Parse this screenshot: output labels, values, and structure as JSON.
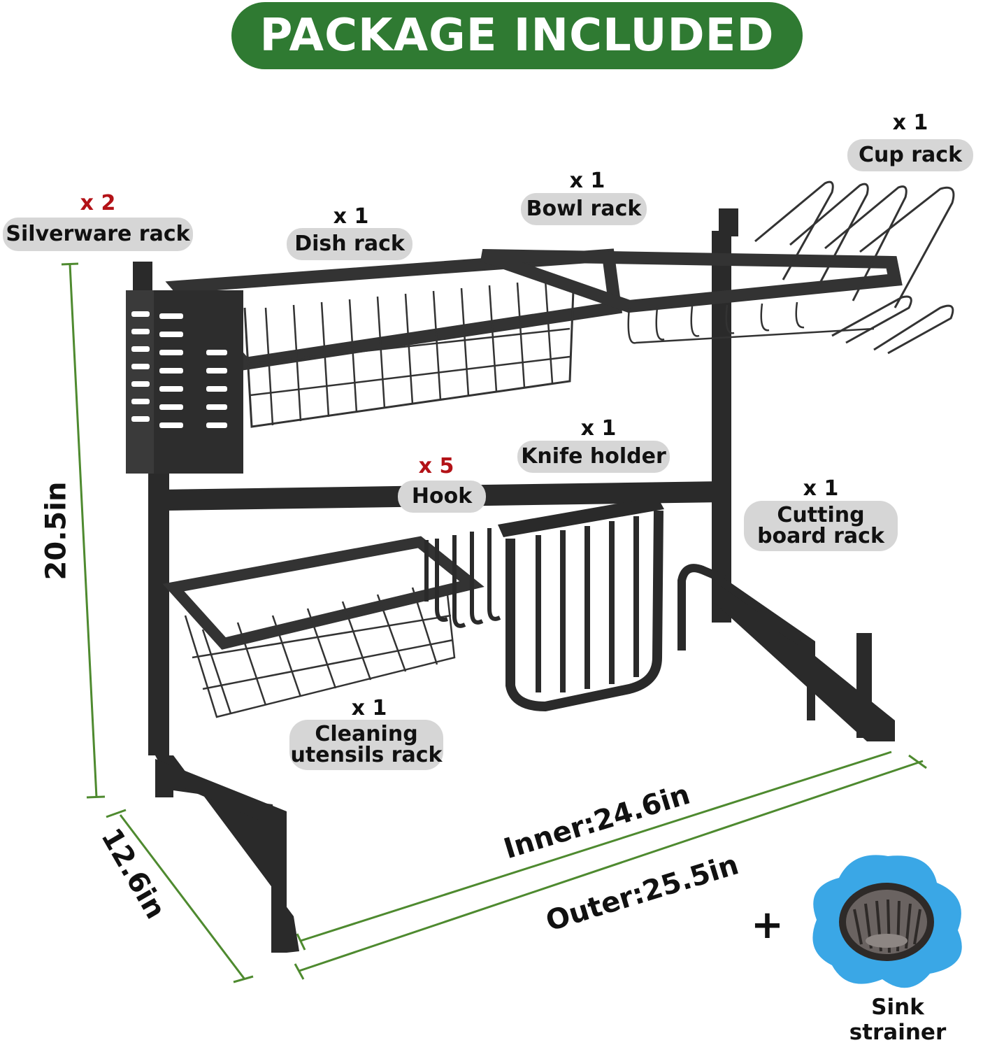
{
  "banner": {
    "title": "PACKAGE INCLUDED",
    "color": "#2f7a32"
  },
  "items": {
    "silverware_rack": {
      "qty": "x 2",
      "label": "Silverware rack"
    },
    "dish_rack": {
      "qty": "x 1",
      "label": "Dish rack"
    },
    "bowl_rack": {
      "qty": "x 1",
      "label": "Bowl rack"
    },
    "cup_rack": {
      "qty": "x 1",
      "label": "Cup rack"
    },
    "knife_holder": {
      "qty": "x 1",
      "label": "Knife holder"
    },
    "hook": {
      "qty": "x 5",
      "label": "Hook"
    },
    "cutting_board_rack": {
      "qty": "x 1",
      "label_line1": "Cutting",
      "label_line2": "board rack"
    },
    "cleaning_utensils_rack": {
      "qty": "x 1",
      "label_line1": "Cleaning",
      "label_line2": "utensils rack"
    }
  },
  "dimensions": {
    "height": "20.5in",
    "depth": "12.6in",
    "inner": "Inner:24.6in",
    "outer": "Outer:25.5in",
    "line_color": "#4e8a2f"
  },
  "extra": {
    "plus": "+",
    "label": "Sink strainer",
    "strainer_color": "#3aa7e6"
  },
  "colors": {
    "accent_red": "#b31217",
    "pill_gray": "#d6d6d6",
    "rack_black": "#2a2a2a"
  }
}
